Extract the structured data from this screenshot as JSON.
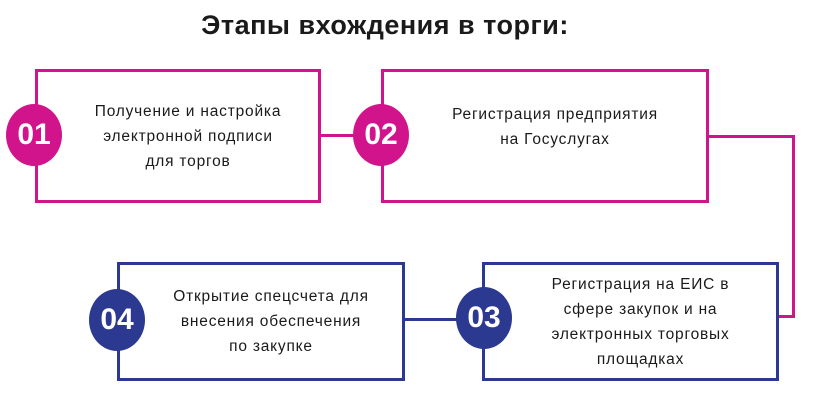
{
  "title": "Этапы вхождения в торги:",
  "colors": {
    "magenta": "#d1148c",
    "navy": "#2b3990"
  },
  "steps": [
    {
      "num": "01",
      "text": "Получение и настройка\nэлектронной подписи\nдля торгов"
    },
    {
      "num": "02",
      "text": "Регистрация предприятия\nна Госуслугах"
    },
    {
      "num": "03",
      "text": "Регистрация на ЕИС в\nсфере закупок и на\nэлектронных торговых\nплощадках"
    },
    {
      "num": "04",
      "text": "Открытие спецсчета для\nвнесения обеспечения\nпо закупке"
    }
  ]
}
